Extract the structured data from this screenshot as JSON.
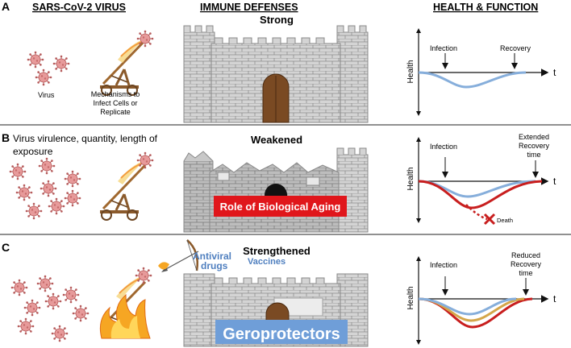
{
  "headers": {
    "virus": "SARS-CoV-2 VIRUS",
    "immune": "IMMUNE DEFENSES",
    "health": "HEALTH & FUNCTION"
  },
  "panels": {
    "a": {
      "letter": "A",
      "virus_label": "Virus",
      "catapult_label": [
        "Mechanisms to",
        "Infect Cells or",
        "Replicate"
      ],
      "state": "Strong",
      "graph": {
        "ylabel": "Health",
        "xlabel": "t",
        "infection": "Infection",
        "recovery": [
          "Recovery"
        ]
      }
    },
    "b": {
      "letter": "B",
      "description": [
        "Virus virulence, quantity, length of",
        "exposure"
      ],
      "state": "Weakened",
      "banner": "Role of Biological Aging",
      "graph": {
        "ylabel": "Health",
        "xlabel": "t",
        "infection": "Infection",
        "recovery": [
          "Extended",
          "Recovery",
          "time"
        ],
        "death": "Death"
      }
    },
    "c": {
      "letter": "C",
      "antiviral": [
        "Antiviral",
        "drugs"
      ],
      "vaccines": "Vaccines",
      "state": "Strengthened",
      "banner": "Geroprotectors",
      "graph": {
        "ylabel": "Health",
        "xlabel": "t",
        "infection": "Infection",
        "recovery": [
          "Reduced",
          "Recovery",
          "time"
        ]
      }
    }
  },
  "colors": {
    "curve_blue": "#86aedb",
    "curve_red": "#c81e1e",
    "curve_gold": "#d4a64a",
    "aging_banner": "#e0161b",
    "geroprotector_banner": "#6f9ed8",
    "antiviral_text": "#4f7fbf"
  }
}
